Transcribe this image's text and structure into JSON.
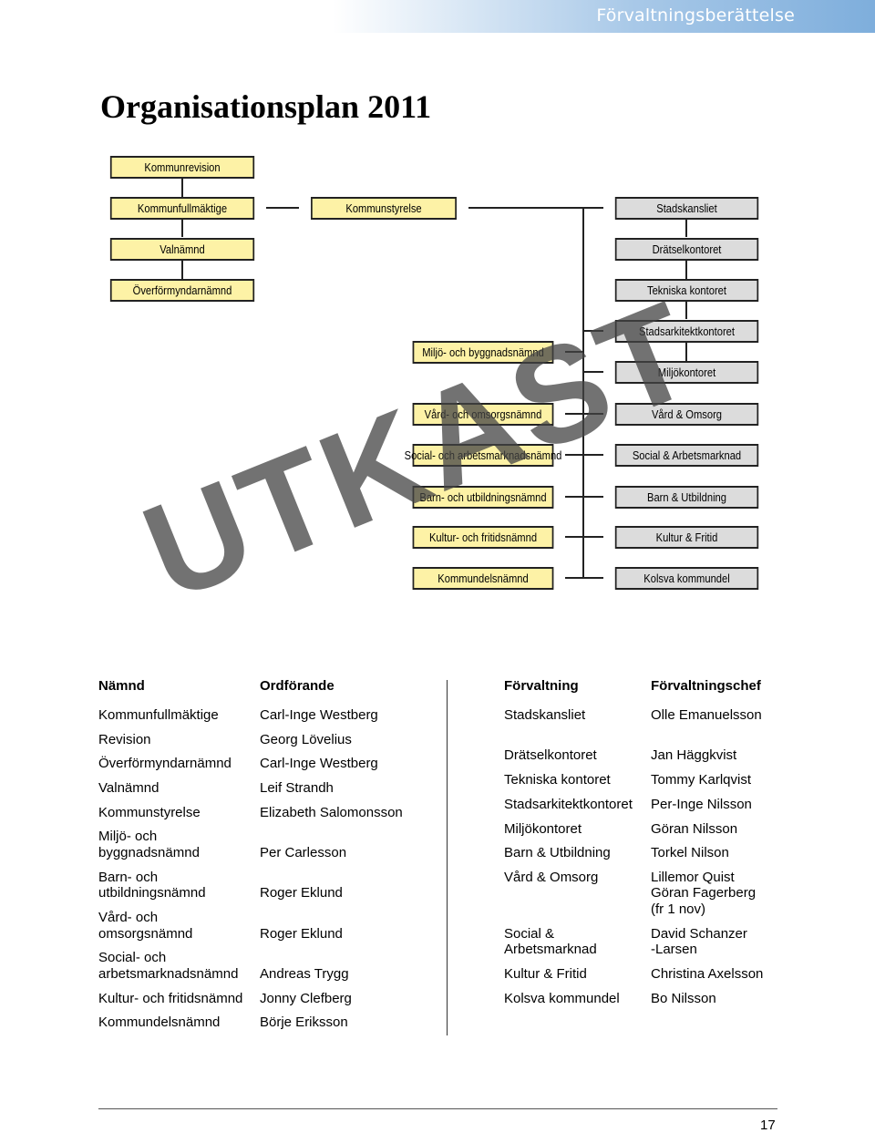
{
  "header": {
    "section": "Förvaltningsberättelse"
  },
  "title": "Organisationsplan 2011",
  "watermark": "UTKAST",
  "org": {
    "kommunrevision": "Kommunrevision",
    "kommunfullmaktige": "Kommunfullmäktige",
    "kommunstyrelse": "Kommunstyrelse",
    "stadskansliet": "Stadskansliet",
    "valnamnd": "Valnämnd",
    "dratselkontoret": "Drätselkontoret",
    "overformyndarnamnd": "Överförmyndarnämnd",
    "tekniska": "Tekniska kontoret",
    "stadsarkitekt": "Stadsarkitektkontoret",
    "miljobygg": "Miljö- och byggnadsnämnd",
    "miljokontoret": "Miljökontoret",
    "vardomsorgsnamnd": "Vård- och omsorgsnämnd",
    "vardomsorg": "Vård & Omsorg",
    "socialnamnd": "Social- och arbetsmarknadsnämnd",
    "socialarbets": "Social & Arbetsmarknad",
    "barnnamnd": "Barn- och utbildningsnämnd",
    "barnutb": "Barn & Utbildning",
    "kulturnamnd": "Kultur- och fritidsnämnd",
    "kulturfritid": "Kultur & Fritid",
    "kommundelsnamnd": "Kommundelsnämnd",
    "kolsva": "Kolsva kommundel"
  },
  "table": {
    "headers": {
      "namnd": "Nämnd",
      "ordforande": "Ordförande",
      "forvaltning": "Förvaltning",
      "chef": "Förvaltningschef"
    },
    "left": [
      {
        "namnd": "Kommunfullmäktige",
        "ordf": "Carl-Inge Westberg"
      },
      {
        "namnd": "Revision",
        "ordf": "Georg Lövelius"
      },
      {
        "namnd": "Överförmyndarnämnd",
        "ordf": "Carl-Inge Westberg"
      },
      {
        "namnd": "Valnämnd",
        "ordf": "Leif Strandh"
      },
      {
        "namnd": "Kommunstyrelse",
        "ordf": "Elizabeth Salomonsson"
      },
      {
        "namnd1": "Miljö- och",
        "namnd2": "byggnadsnämnd",
        "ordf": "Per Carlesson"
      },
      {
        "namnd1": "Barn- och",
        "namnd2": "utbildningsnämnd",
        "ordf": "Roger Eklund"
      },
      {
        "namnd1": "Vård- och",
        "namnd2": "omsorgsnämnd",
        "ordf": "Roger Eklund"
      },
      {
        "namnd1": "Social- och",
        "namnd2": "arbetsmarknadsnämnd",
        "ordf": "Andreas Trygg"
      },
      {
        "namnd": "Kultur- och fritidsnämnd",
        "ordf": "Jonny Clefberg"
      },
      {
        "namnd": "Kommundelsnämnd",
        "ordf": "Börje Eriksson"
      }
    ],
    "right": [
      {
        "forv": "Stadskansliet",
        "chef": "Olle Emanuelsson"
      },
      {
        "forv": "Drätselkontoret",
        "chef": "Jan Häggkvist"
      },
      {
        "forv": "Tekniska kontoret",
        "chef": "Tommy Karlqvist"
      },
      {
        "forv": "Stadsarkitektkontoret",
        "chef": "Per-Inge Nilsson"
      },
      {
        "forv": "Miljökontoret",
        "chef": "Göran Nilsson"
      },
      {
        "forv": "Barn & Utbildning",
        "chef": "Torkel Nilson"
      },
      {
        "forv": "Vård & Omsorg",
        "chef1": "Lillemor Quist",
        "chef2": "Göran Fagerberg",
        "chef3": "(fr 1 nov)"
      },
      {
        "forv1": "Social &",
        "forv2": "Arbetsmarknad",
        "chef1": "David Schanzer",
        "chef2": "-Larsen"
      },
      {
        "forv": "Kultur & Fritid",
        "chef": "Christina Axelsson"
      },
      {
        "forv": "Kolsva kommundel",
        "chef": "Bo Nilsson"
      }
    ]
  },
  "page_number": "17"
}
